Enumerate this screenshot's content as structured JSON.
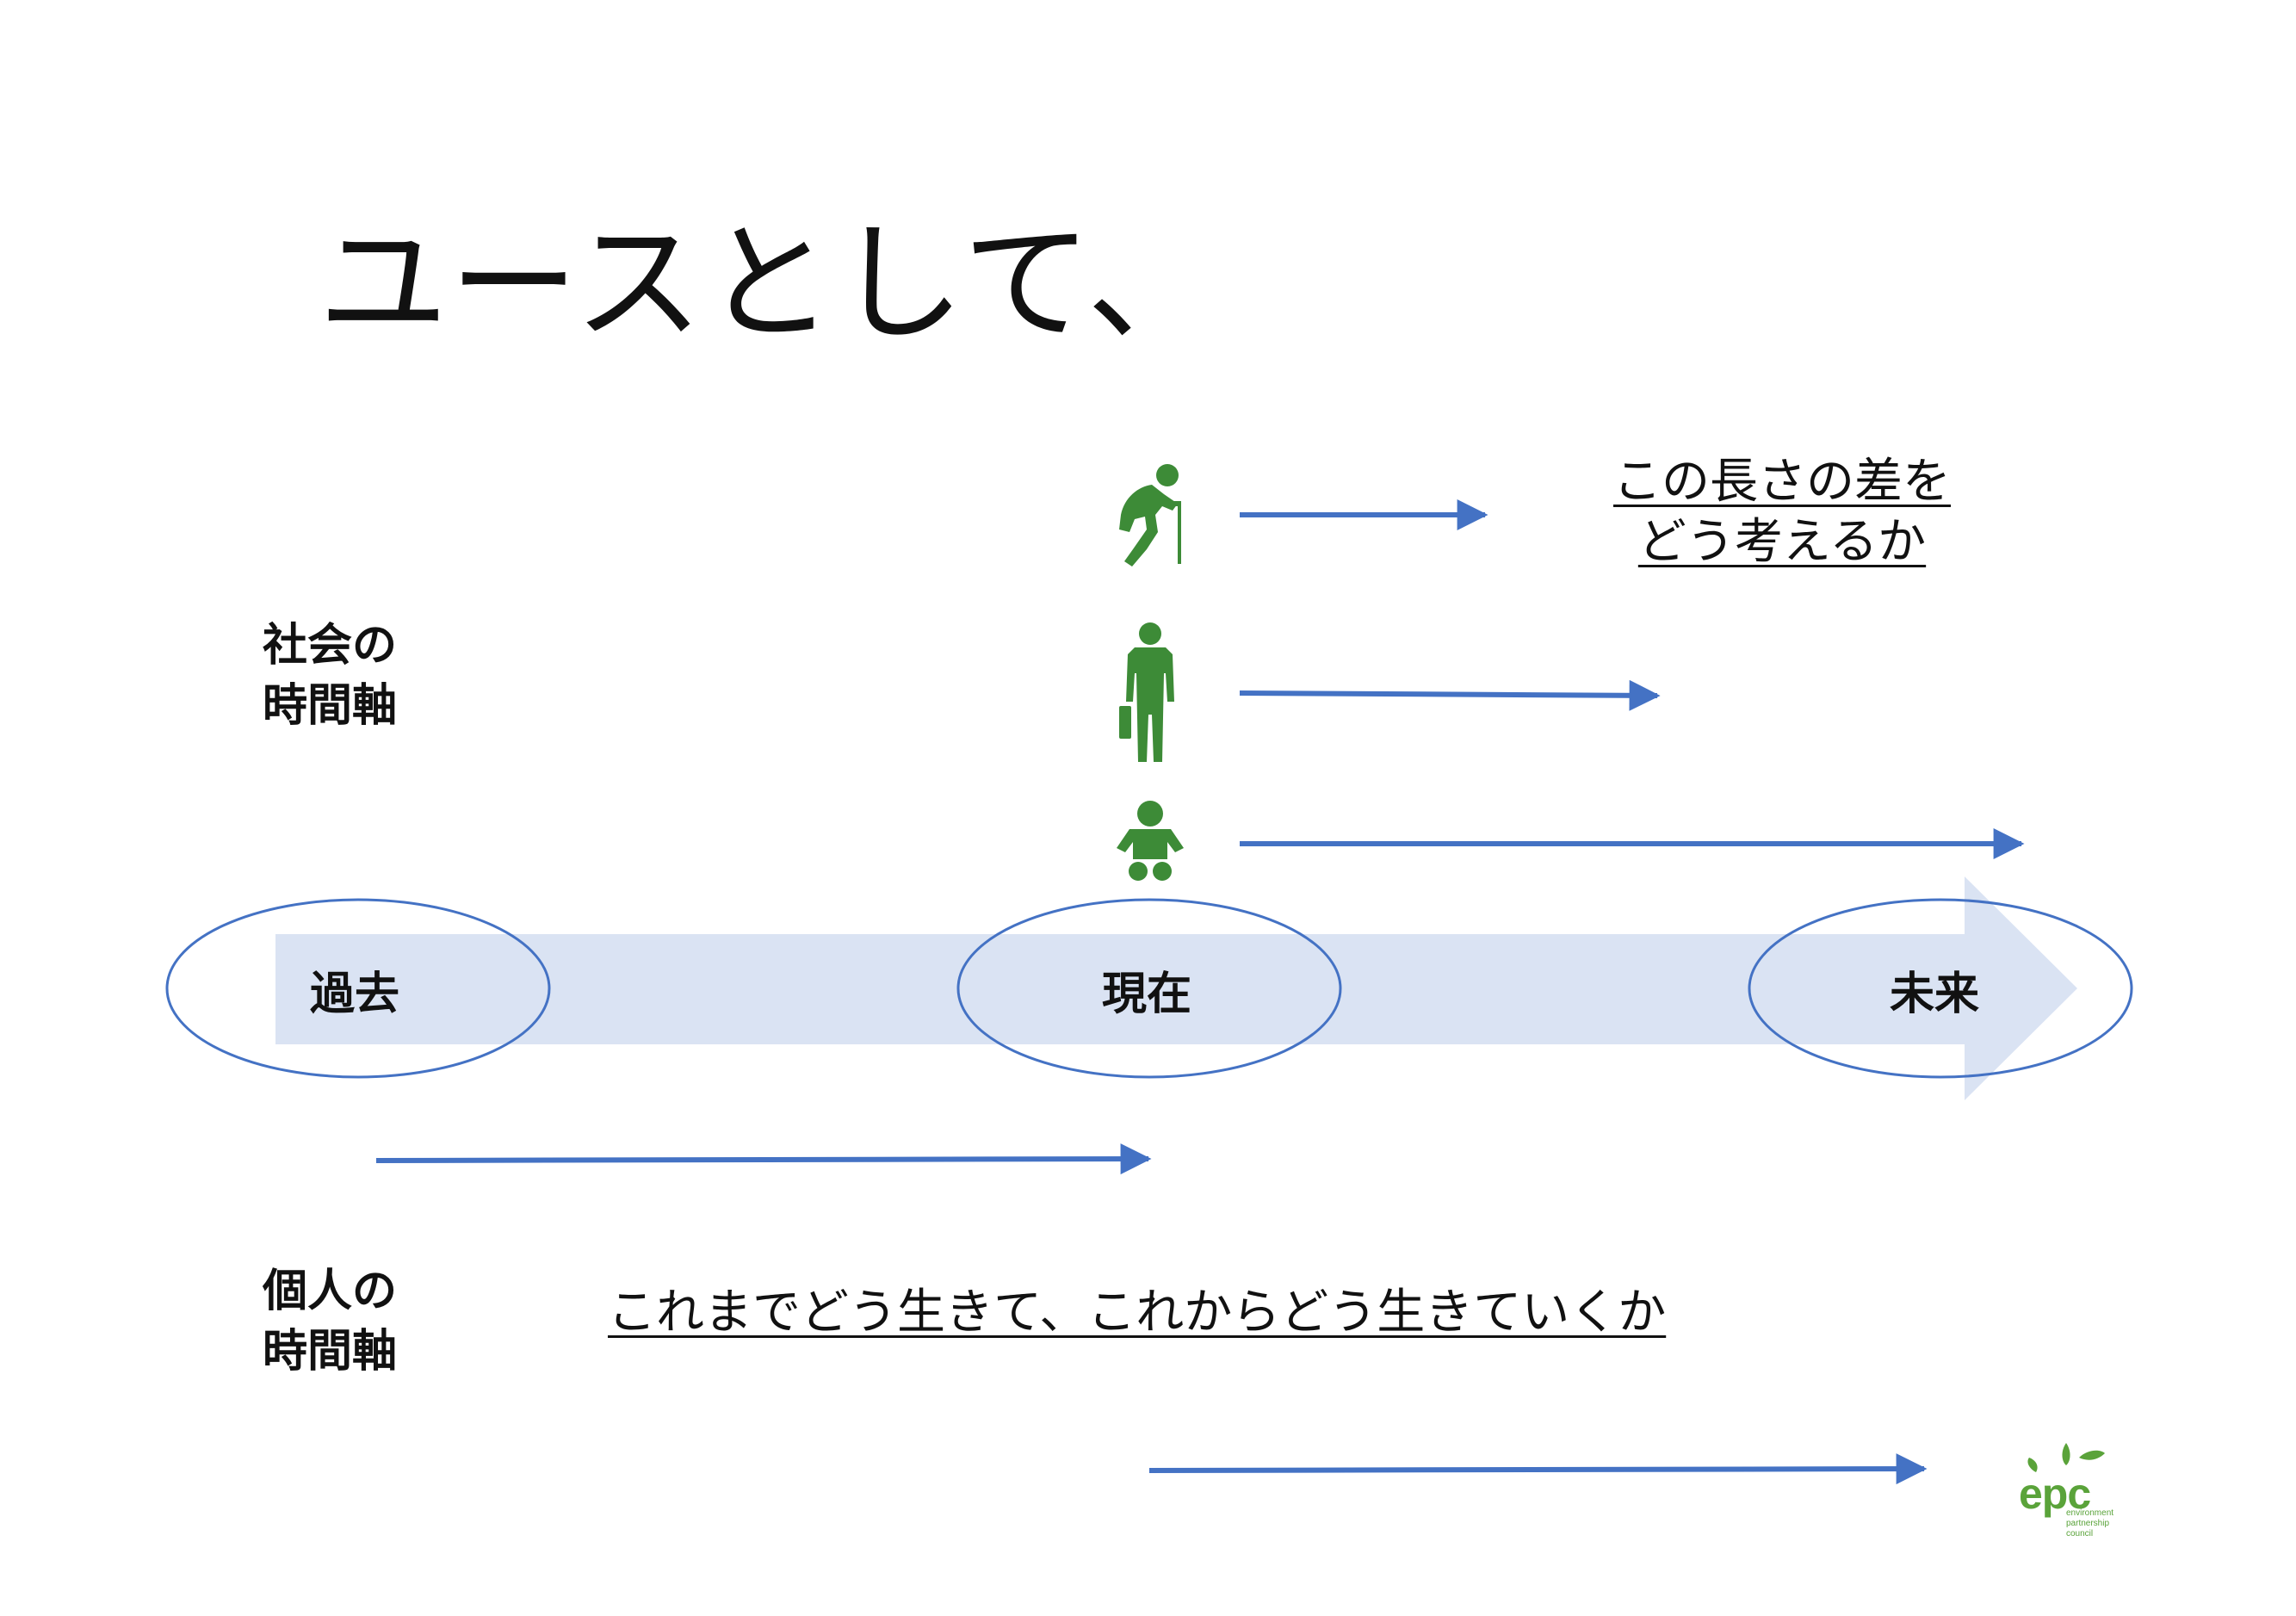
{
  "title": "ユースとして、",
  "social_axis_label": [
    "社会の",
    "時間軸"
  ],
  "personal_axis_label": [
    "個人の",
    "時間軸"
  ],
  "diff_note": [
    "この長さの差を",
    "どう考えるか"
  ],
  "life_note": "これまでどう生きて、これからどう生きていくか",
  "time_labels": {
    "past": "過去",
    "now": "現在",
    "future": "未来"
  },
  "icons": [
    "elderly-person-icon",
    "business-person-icon",
    "baby-icon"
  ],
  "logo": {
    "name": "epc",
    "sub": [
      "environment",
      "partnership",
      "council"
    ]
  },
  "colors": {
    "arrow": "#4472c4",
    "timeline": "#dae3f3",
    "icon": "#3d8b37",
    "ellipse": "#4472c4",
    "logo": "#5aa33a"
  }
}
